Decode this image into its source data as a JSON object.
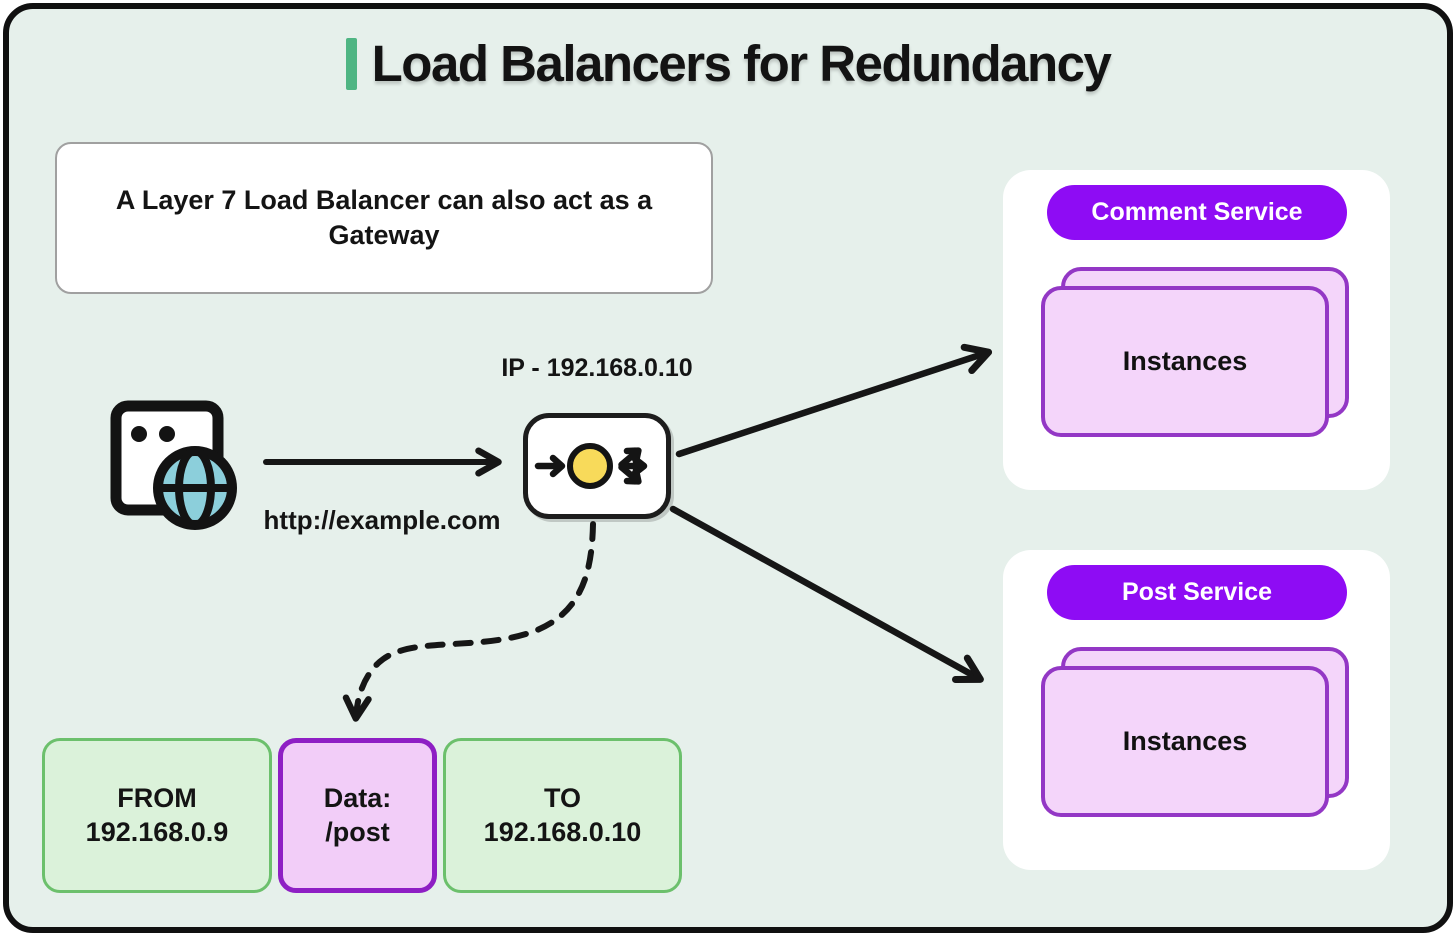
{
  "title": {
    "text": "Load Balancers for Redundancy"
  },
  "note": {
    "text": "A Layer 7 Load Balancer can also act as a Gateway"
  },
  "client": {
    "url_label": "http://example.com"
  },
  "load_balancer": {
    "ip_label": "IP - 192.168.0.10"
  },
  "services": [
    {
      "name": "Comment Service",
      "instances_label": "Instances"
    },
    {
      "name": "Post Service",
      "instances_label": "Instances"
    }
  ],
  "packet": {
    "from": {
      "label": "FROM",
      "value": "192.168.0.9"
    },
    "data": {
      "label": "Data:",
      "value": "/post"
    },
    "to": {
      "label": "TO",
      "value": "192.168.0.10"
    }
  },
  "colors": {
    "background": "#e6f0eb",
    "frame_border": "#101010",
    "title_accent": "#4fb583",
    "service_badge": "#8e0cf4",
    "instance_fill": "#f4d5fa",
    "instance_border": "#9337c5",
    "packet_green_fill": "#dbf2da",
    "packet_green_border": "#6cc06c",
    "packet_purple_fill": "#f2cdf8",
    "packet_purple_border": "#8e1fc4",
    "globe_fill": "#8ccfdb",
    "lb_dot_fill": "#f8da5a",
    "arrow_color": "#161616"
  }
}
